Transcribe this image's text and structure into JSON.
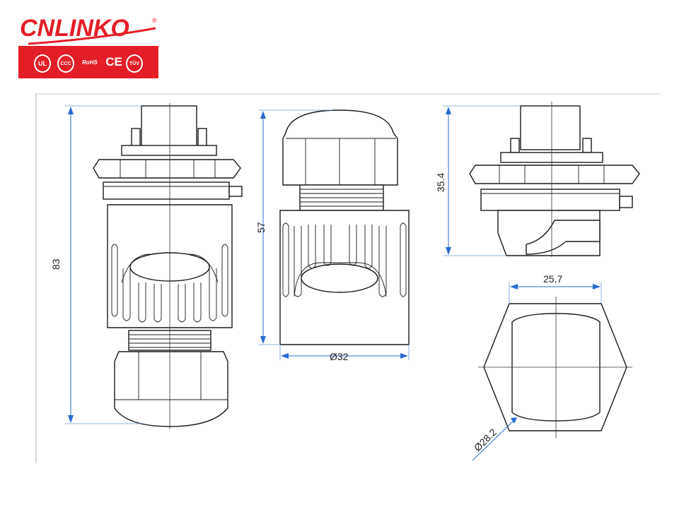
{
  "brand": {
    "name": "CNLINKO",
    "registered_mark": "®",
    "cert_marks": [
      "UL",
      "CCC",
      "RoHS",
      "CE",
      "TÜV"
    ]
  },
  "dimensions": {
    "overall_length": "83",
    "plug_length": "57",
    "plug_diameter": "Ø32",
    "panel_height": "35.4",
    "flat_width": "25.7",
    "hole_diameter": "Ø28.2"
  },
  "colors": {
    "brand_red": "#e41e26",
    "dimension_line": "#2a6ad0",
    "outline": "#1a1a1a"
  }
}
